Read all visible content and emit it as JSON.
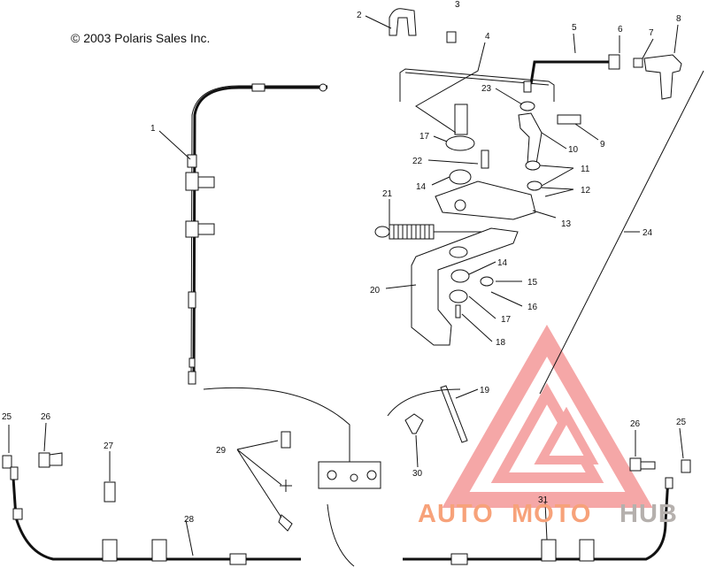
{
  "copyright": "© 2003 Polaris Sales Inc.",
  "callouts": [
    {
      "id": "c1",
      "text": "1"
    },
    {
      "id": "c2",
      "text": "2"
    },
    {
      "id": "c3",
      "text": "3"
    },
    {
      "id": "c4",
      "text": "4"
    },
    {
      "id": "c5",
      "text": "5"
    },
    {
      "id": "c6",
      "text": "6"
    },
    {
      "id": "c7",
      "text": "7"
    },
    {
      "id": "c8",
      "text": "8"
    },
    {
      "id": "c9",
      "text": "9"
    },
    {
      "id": "c10",
      "text": "10"
    },
    {
      "id": "c11",
      "text": "11"
    },
    {
      "id": "c12",
      "text": "12"
    },
    {
      "id": "c13",
      "text": "13"
    },
    {
      "id": "c14a",
      "text": "14"
    },
    {
      "id": "c14b",
      "text": "14"
    },
    {
      "id": "c15",
      "text": "15"
    },
    {
      "id": "c16",
      "text": "16"
    },
    {
      "id": "c17a",
      "text": "17"
    },
    {
      "id": "c17b",
      "text": "17"
    },
    {
      "id": "c18",
      "text": "18"
    },
    {
      "id": "c19",
      "text": "19"
    },
    {
      "id": "c20",
      "text": "20"
    },
    {
      "id": "c21",
      "text": "21"
    },
    {
      "id": "c22",
      "text": "22"
    },
    {
      "id": "c23",
      "text": "23"
    },
    {
      "id": "c24",
      "text": "24"
    },
    {
      "id": "c25a",
      "text": "25"
    },
    {
      "id": "c25b",
      "text": "25"
    },
    {
      "id": "c26a",
      "text": "26"
    },
    {
      "id": "c26b",
      "text": "26"
    },
    {
      "id": "c27",
      "text": "27"
    },
    {
      "id": "c28",
      "text": "28"
    },
    {
      "id": "c29",
      "text": "29"
    },
    {
      "id": "c30",
      "text": "30"
    },
    {
      "id": "c31",
      "text": "31"
    }
  ],
  "watermark": {
    "part1": "AUTO",
    "part2": "MOTO",
    "part3": "HUB",
    "color_orange": "#f7a27a",
    "color_dark": "#b5b0ad",
    "color_red": "#f28a8a"
  }
}
